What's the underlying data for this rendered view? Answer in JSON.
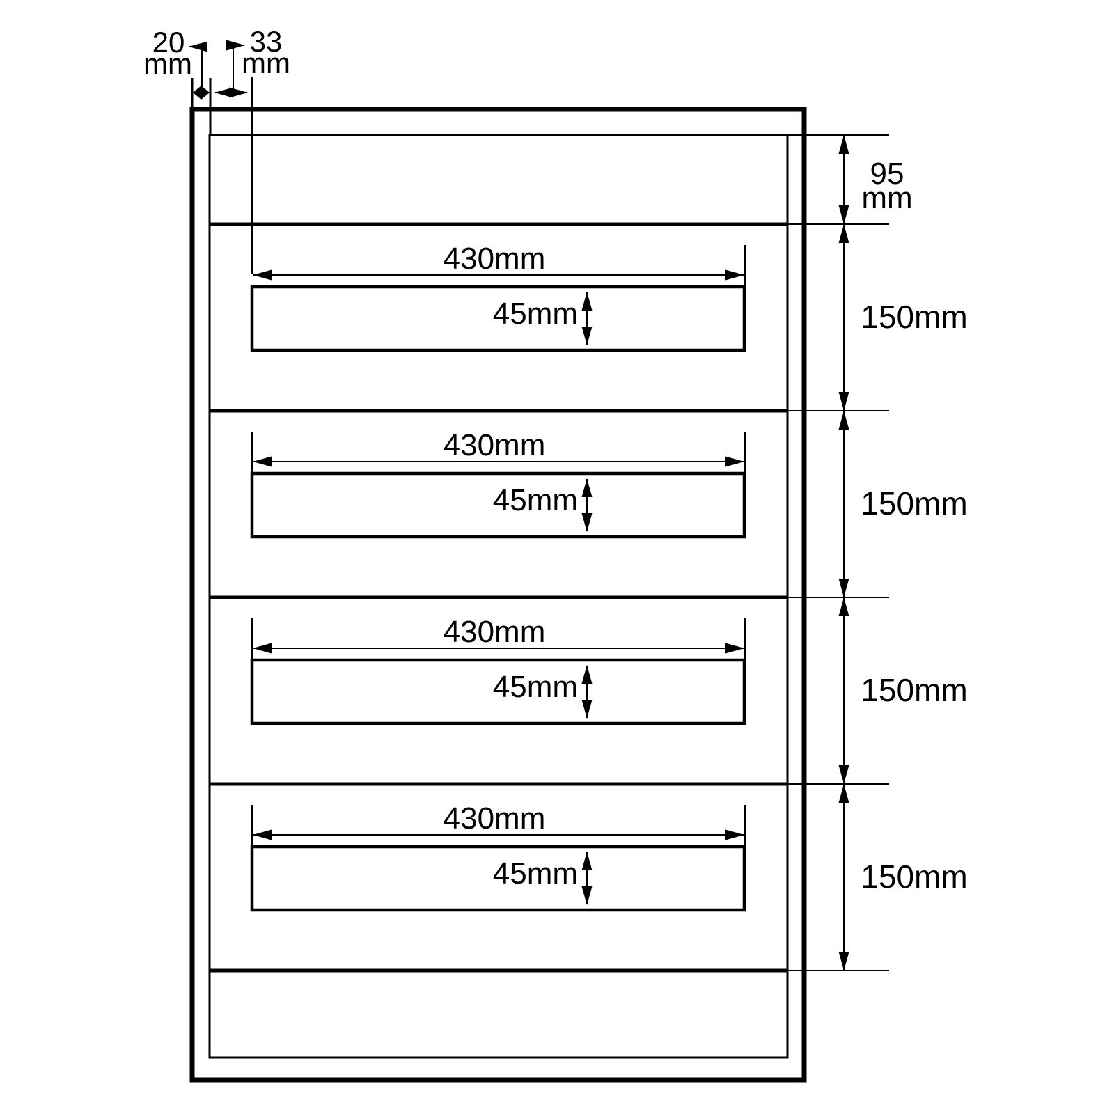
{
  "drawing": {
    "ink_color": "#000000",
    "background_color": "#ffffff",
    "offsets": {
      "frame": {
        "value": "20",
        "unit": "mm"
      },
      "slot": {
        "value": "33",
        "unit": "mm"
      }
    },
    "top_section": {
      "value": "95",
      "unit": "mm"
    },
    "sections": [
      {
        "height": "150mm",
        "slot_width": "430mm",
        "slot_height": "45mm"
      },
      {
        "height": "150mm",
        "slot_width": "430mm",
        "slot_height": "45mm"
      },
      {
        "height": "150mm",
        "slot_width": "430mm",
        "slot_height": "45mm"
      },
      {
        "height": "150mm",
        "slot_width": "430mm",
        "slot_height": "45mm"
      }
    ]
  }
}
